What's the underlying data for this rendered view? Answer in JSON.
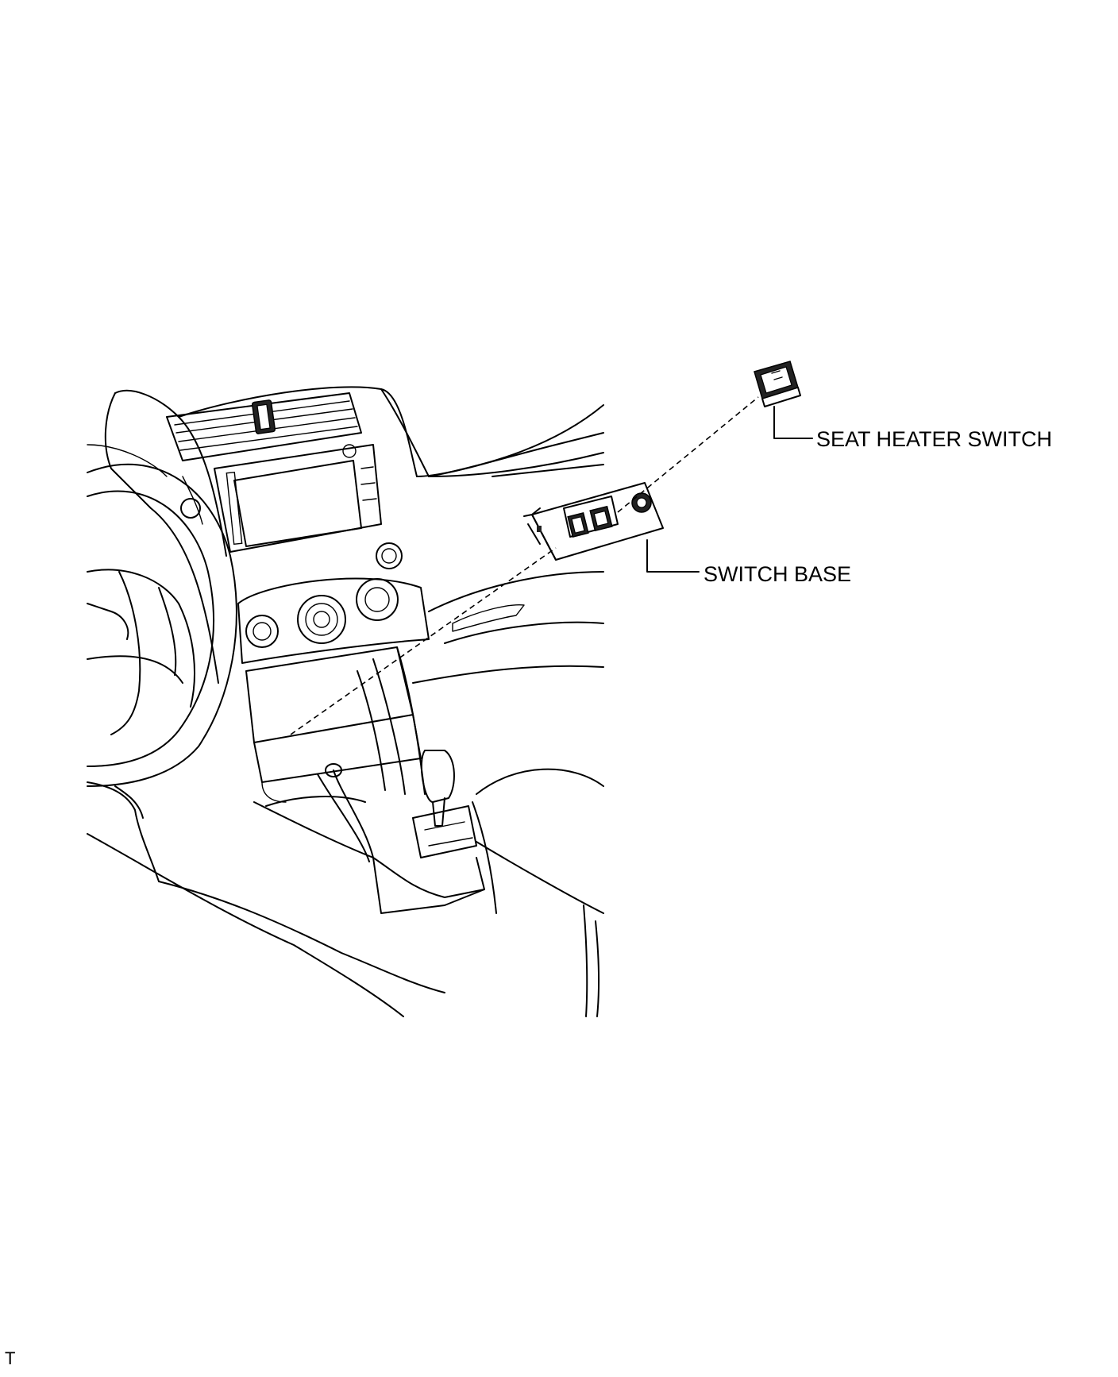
{
  "labels": {
    "seat_heater_switch": "SEAT HEATER SWITCH",
    "switch_base": "SWITCH BASE",
    "corner_mark": "T"
  }
}
